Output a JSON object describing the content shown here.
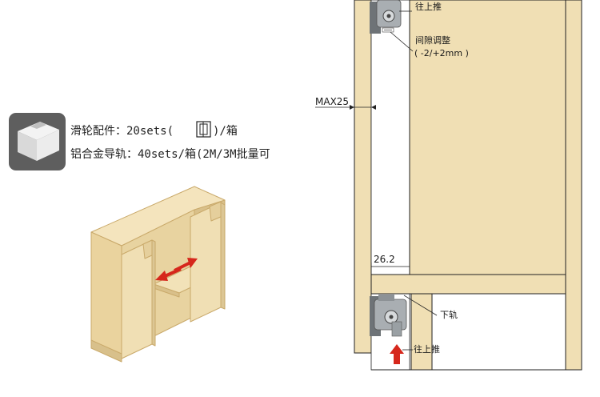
{
  "packaging": {
    "line1": "滑轮配件：20sets(",
    "line1_suffix": ")/箱",
    "line2": "铝合金导轨：40sets/箱(2M/3M批量可"
  },
  "annotations": {
    "push_up_top": "往上推",
    "gap_adjust": "间隙调整",
    "gap_range": "( -2/+2mm )",
    "max": "MAX25",
    "dim": "26.2",
    "lower_rail": "下轨",
    "push_up_bottom": "往上推"
  },
  "colors": {
    "wood": "#f0dfb4",
    "wood_dark": "#dcc694",
    "wood_edge": "#c9a96a",
    "arrow_red": "#d6271c",
    "icon_bg": "#5e5e5e",
    "hardware": "#8d9296"
  }
}
